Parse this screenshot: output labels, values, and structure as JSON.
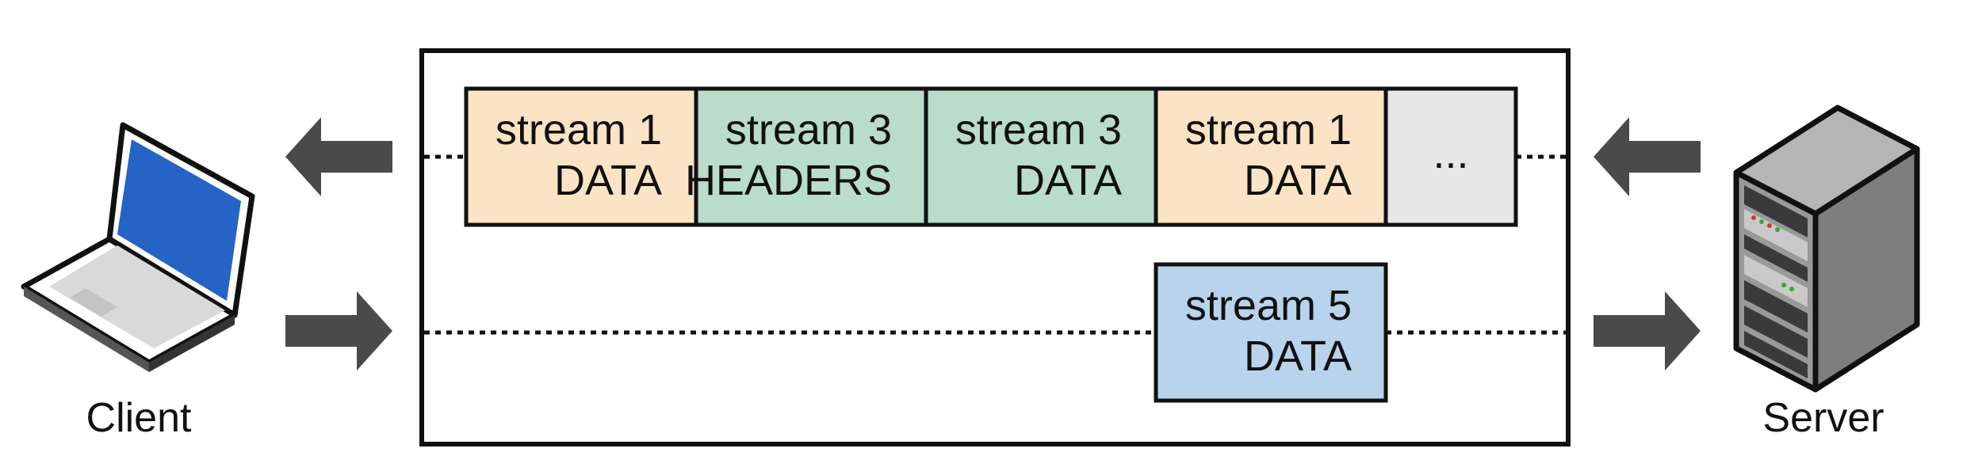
{
  "client": {
    "label": "Client",
    "icon": "laptop-icon"
  },
  "server": {
    "label": "Server",
    "icon": "server-icon"
  },
  "connection": {
    "top_lane": {
      "direction": "server-to-client",
      "frames": [
        {
          "line1": "stream 1",
          "line2": "DATA",
          "color": "#fbe3c6"
        },
        {
          "line1": "stream 3",
          "line2": "HEADERS",
          "color": "#b9dccb"
        },
        {
          "line1": "stream 3",
          "line2": "DATA",
          "color": "#b9dccb"
        },
        {
          "line1": "stream 1",
          "line2": "DATA",
          "color": "#fbe3c6"
        },
        {
          "line1": "...",
          "line2": "",
          "color": "#e7e7e7"
        }
      ]
    },
    "bottom_lane": {
      "direction": "client-to-server",
      "frames": [
        {
          "line1": "stream 5",
          "line2": "DATA",
          "color": "#b8d3eb"
        }
      ]
    }
  },
  "colors": {
    "arrow": "#4a4a4a",
    "laptop_screen": "#2563c4",
    "server_body": "#8c8c8c"
  }
}
